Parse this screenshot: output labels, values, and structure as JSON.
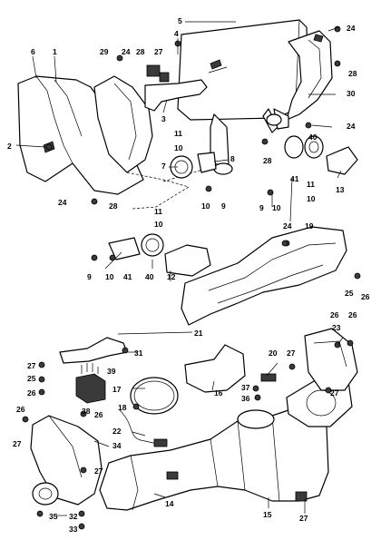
{
  "callouts": [
    {
      "id": "c1",
      "text": "1"
    },
    {
      "id": "c2",
      "text": "2"
    },
    {
      "id": "c3",
      "text": "3"
    },
    {
      "id": "c4",
      "text": "4"
    },
    {
      "id": "c5",
      "text": "5"
    },
    {
      "id": "c6",
      "text": "6"
    },
    {
      "id": "c7",
      "text": "7"
    },
    {
      "id": "c8",
      "text": "8"
    },
    {
      "id": "c9a",
      "text": "9"
    },
    {
      "id": "c9b",
      "text": "9"
    },
    {
      "id": "c9c",
      "text": "9"
    },
    {
      "id": "c10a",
      "text": "10"
    },
    {
      "id": "c10b",
      "text": "10"
    },
    {
      "id": "c10c",
      "text": "10"
    },
    {
      "id": "c10d",
      "text": "10"
    },
    {
      "id": "c10e",
      "text": "10"
    },
    {
      "id": "c11a",
      "text": "11"
    },
    {
      "id": "c11b",
      "text": "11"
    },
    {
      "id": "c11c",
      "text": "11"
    },
    {
      "id": "c12",
      "text": "12"
    },
    {
      "id": "c13",
      "text": "13"
    },
    {
      "id": "c14",
      "text": "14"
    },
    {
      "id": "c15",
      "text": "15"
    },
    {
      "id": "c16",
      "text": "16"
    },
    {
      "id": "c17",
      "text": "17"
    },
    {
      "id": "c18",
      "text": "18"
    },
    {
      "id": "c19",
      "text": "19"
    },
    {
      "id": "c20",
      "text": "20"
    },
    {
      "id": "c21",
      "text": "21"
    },
    {
      "id": "c22",
      "text": "22"
    },
    {
      "id": "c23",
      "text": "23"
    },
    {
      "id": "c24a",
      "text": "24"
    },
    {
      "id": "c24b",
      "text": "24"
    },
    {
      "id": "c24c",
      "text": "24"
    },
    {
      "id": "c24d",
      "text": "24"
    },
    {
      "id": "c24e",
      "text": "24"
    },
    {
      "id": "c25a",
      "text": "25"
    },
    {
      "id": "c25b",
      "text": "25"
    },
    {
      "id": "c26a",
      "text": "26"
    },
    {
      "id": "c26b",
      "text": "26"
    },
    {
      "id": "c26c",
      "text": "26"
    },
    {
      "id": "c26d",
      "text": "26"
    },
    {
      "id": "c26e",
      "text": "26"
    },
    {
      "id": "c26f",
      "text": "26"
    },
    {
      "id": "c27a",
      "text": "27"
    },
    {
      "id": "c27b",
      "text": "27"
    },
    {
      "id": "c27c",
      "text": "27"
    },
    {
      "id": "c27d",
      "text": "27"
    },
    {
      "id": "c27e",
      "text": "27"
    },
    {
      "id": "c27f",
      "text": "27"
    },
    {
      "id": "c27g",
      "text": "27"
    },
    {
      "id": "c28a",
      "text": "28"
    },
    {
      "id": "c28b",
      "text": "28"
    },
    {
      "id": "c28c",
      "text": "28"
    },
    {
      "id": "c28d",
      "text": "28"
    },
    {
      "id": "c29",
      "text": "29"
    },
    {
      "id": "c30",
      "text": "30"
    },
    {
      "id": "c31",
      "text": "31"
    },
    {
      "id": "c32",
      "text": "32"
    },
    {
      "id": "c33",
      "text": "33"
    },
    {
      "id": "c34",
      "text": "34"
    },
    {
      "id": "c35",
      "text": "35"
    },
    {
      "id": "c36",
      "text": "36"
    },
    {
      "id": "c37",
      "text": "37"
    },
    {
      "id": "c38",
      "text": "38"
    },
    {
      "id": "c39",
      "text": "39"
    },
    {
      "id": "c40a",
      "text": "40"
    },
    {
      "id": "c40b",
      "text": "40"
    },
    {
      "id": "c41a",
      "text": "41"
    },
    {
      "id": "c41b",
      "text": "41"
    }
  ]
}
